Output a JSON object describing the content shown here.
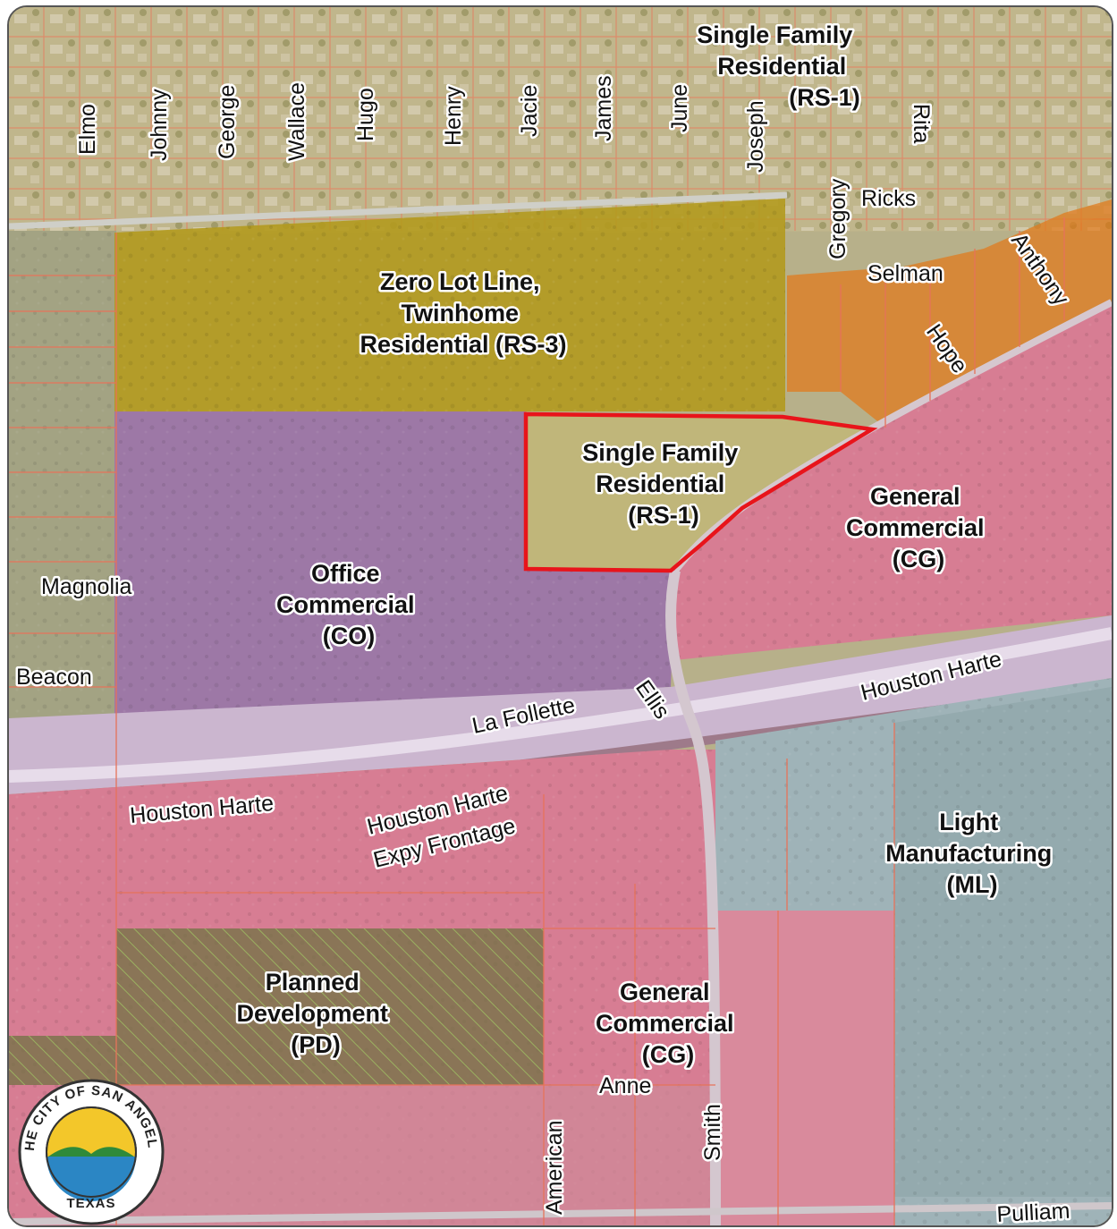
{
  "map": {
    "colors": {
      "subject_outline": "#e8141b",
      "rs1": "#c9b98a",
      "rs3": "#b39a1e",
      "rs3_orange": "#e07b1e",
      "co": "#9d78a6",
      "cg": "#d77d93",
      "ml": "#9fb3b8",
      "pd": "#6f6b3a",
      "parcel_line": "#e6735a"
    },
    "zones": [
      {
        "id": "rs1-north",
        "lines": [
          "Single Family",
          "Residential",
          "(RS-1)"
        ]
      },
      {
        "id": "rs3",
        "lines": [
          "Zero Lot Line,",
          "Twinhome",
          "Residential (RS-3)"
        ]
      },
      {
        "id": "rs1-subject",
        "lines": [
          "Single Family",
          "Residential",
          "(RS-1)"
        ]
      },
      {
        "id": "cg-east",
        "lines": [
          "General",
          "Commercial",
          "(CG)"
        ]
      },
      {
        "id": "co",
        "lines": [
          "Office",
          "Commercial",
          "(CO)"
        ]
      },
      {
        "id": "ml",
        "lines": [
          "Light",
          "Manufacturing",
          "(ML)"
        ]
      },
      {
        "id": "pd",
        "lines": [
          "Planned",
          "Development",
          "(PD)"
        ]
      },
      {
        "id": "cg-south",
        "lines": [
          "General",
          "Commercial",
          "(CG)"
        ]
      }
    ],
    "streets": [
      "Elmo",
      "Johnny",
      "George",
      "Wallace",
      "Hugo",
      "Henry",
      "Jacie",
      "James",
      "June",
      "Joseph",
      "Gregory",
      "Rita",
      "Ricks",
      "Selman",
      "Anthony",
      "Hope",
      "Magnolia",
      "Beacon",
      "La Follette",
      "Ellis",
      "Houston Harte",
      "Houston Harte",
      "Houston Harte",
      "Expy Frontage",
      "Anne",
      "American",
      "Smith",
      "Pulliam"
    ],
    "seal": {
      "text_top": "THE CITY OF SAN ANGELO",
      "text_bottom": "TEXAS",
      "icon": "city-seal-sun-icon"
    }
  }
}
